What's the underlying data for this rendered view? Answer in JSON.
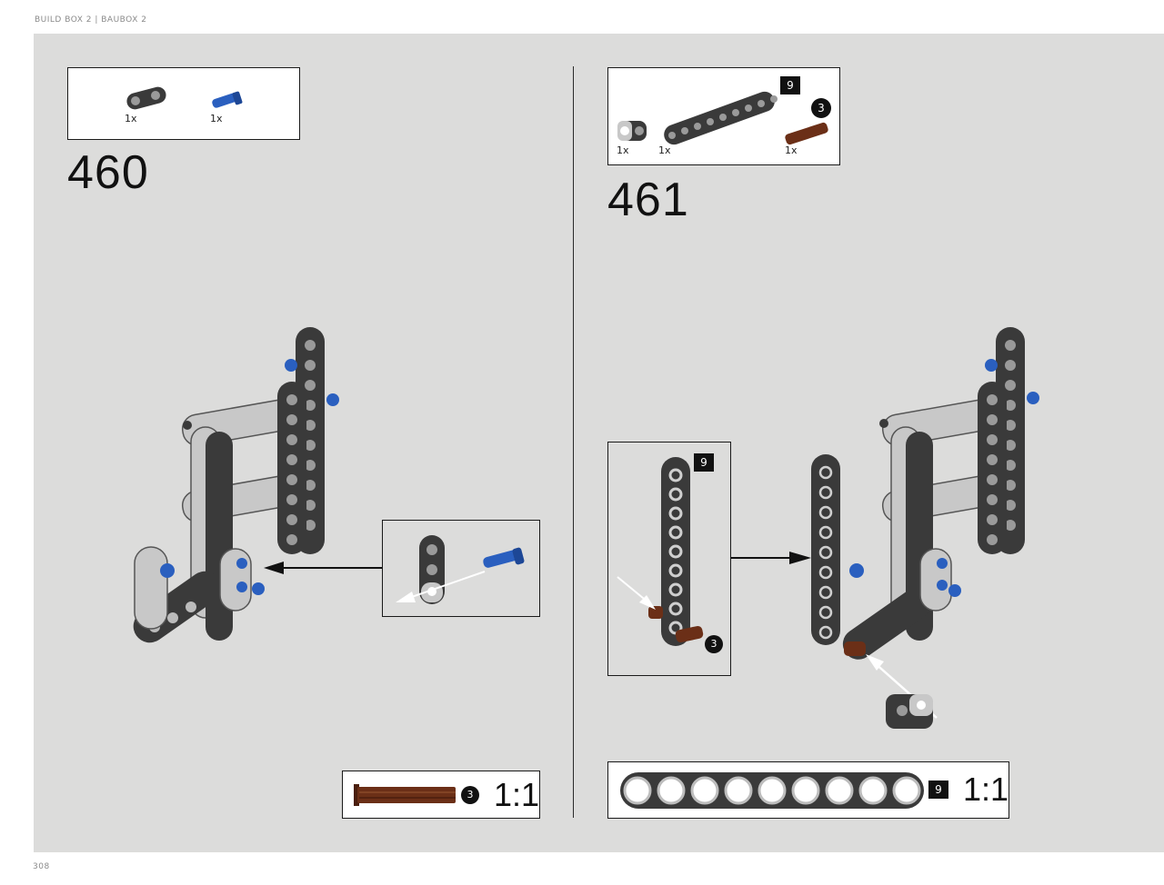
{
  "header": {
    "text": "BUILD BOX 2 | BAUBOX 2"
  },
  "footer": {
    "page_number": "308"
  },
  "steps": [
    {
      "number": "460",
      "parts": [
        {
          "icon": "dark-connector-icon",
          "qty": "1x"
        },
        {
          "icon": "blue-pin-icon",
          "qty": "1x"
        }
      ],
      "scale": {
        "badge": "3",
        "label": "1:1",
        "icon": "brown-axle-icon"
      }
    },
    {
      "number": "461",
      "parts": [
        {
          "icon": "dark-connector-icon",
          "qty": "1x"
        },
        {
          "icon": "beam-9-icon",
          "qty": "1x",
          "badge": "9"
        },
        {
          "icon": "brown-axle-icon",
          "qty": "1x",
          "badge": "3"
        }
      ],
      "subassembly": {
        "beam_badge": "9",
        "axle_badge": "3"
      },
      "scale": {
        "badge": "9",
        "label": "1:1",
        "icon": "beam-9-icon"
      }
    }
  ],
  "colors": {
    "background": "#dcdcdb",
    "dark_grey_part": "#3a3a3a",
    "light_grey_part": "#c8c8c8",
    "blue_pin": "#2a5fbf",
    "brown_axle": "#6b2f17"
  }
}
